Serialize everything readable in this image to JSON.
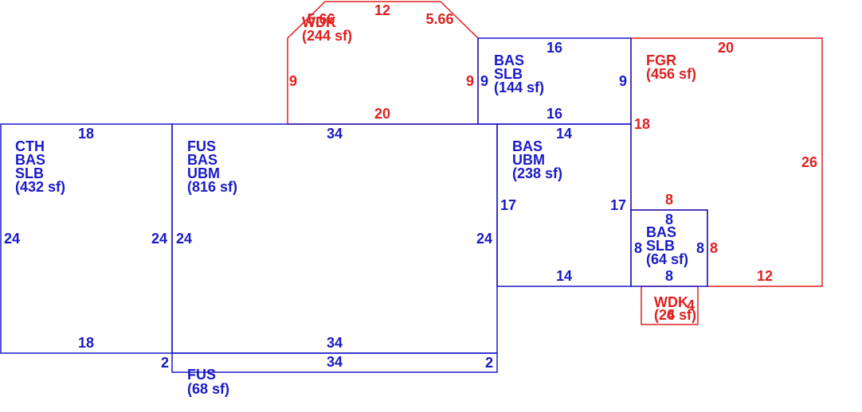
{
  "colors": {
    "blue": "#1a1ac8",
    "red": "#e02020",
    "background": "#ffffff"
  },
  "areas": {
    "cth": {
      "line1": "CTH",
      "line2": "BAS",
      "line3": "SLB",
      "area": "(432 sf)"
    },
    "fus_main": {
      "line1": "FUS",
      "line2": "BAS",
      "line3": "UBM",
      "area": "(816 sf)"
    },
    "fus_small": {
      "line1": "FUS",
      "area": "(68 sf)"
    },
    "bas_ubm": {
      "line1": "BAS",
      "line2": "UBM",
      "area": "(238 sf)"
    },
    "bas_slb_top": {
      "line1": "BAS",
      "line2": "SLB",
      "area": "(144 sf)"
    },
    "bas_slb_small": {
      "line1": "BAS",
      "line2": "SLB",
      "area": "(64 sf)"
    },
    "wdk_top": {
      "line1": "WDK",
      "area": "(244 sf)"
    },
    "fgr": {
      "line1": "FGR",
      "area": "(456 sf)"
    },
    "wdk_small": {
      "line1": "WDK",
      "area": "(24 sf)"
    }
  },
  "dimensions": {
    "cth_top": "18",
    "cth_bottom": "18",
    "cth_left": "24",
    "cth_right": "24",
    "fus_top": "34",
    "fus_bottom": "34",
    "fus_left": "24",
    "fus_right": "24",
    "fus_strip_bottom": "34",
    "fus_strip_left": "2",
    "fus_strip_right": "2",
    "basubm_top": "14",
    "basubm_bottom": "14",
    "basubm_left": "17",
    "basubm_right": "17",
    "basslb_top": "16",
    "basslb_bottom": "16",
    "basslb_left": "9",
    "basslb_right": "9",
    "wdk_top": "12",
    "wdk_diag_left": "5.66",
    "wdk_diag_right": "5.66",
    "wdk_left": "9",
    "wdk_right": "9",
    "wdk_bottom": "20",
    "fgr_top": "20",
    "fgr_right": "26",
    "fgr_left": "18",
    "fgr_bottom": "12",
    "fgr_notch_top": "8",
    "fgr_notch_side": "8",
    "smallslb_top": "8",
    "smallslb_bottom": "8",
    "smallslb_left": "8",
    "smallslb_right": "8",
    "wdksmall_dim1": "4",
    "wdksmall_dim2": "6"
  }
}
